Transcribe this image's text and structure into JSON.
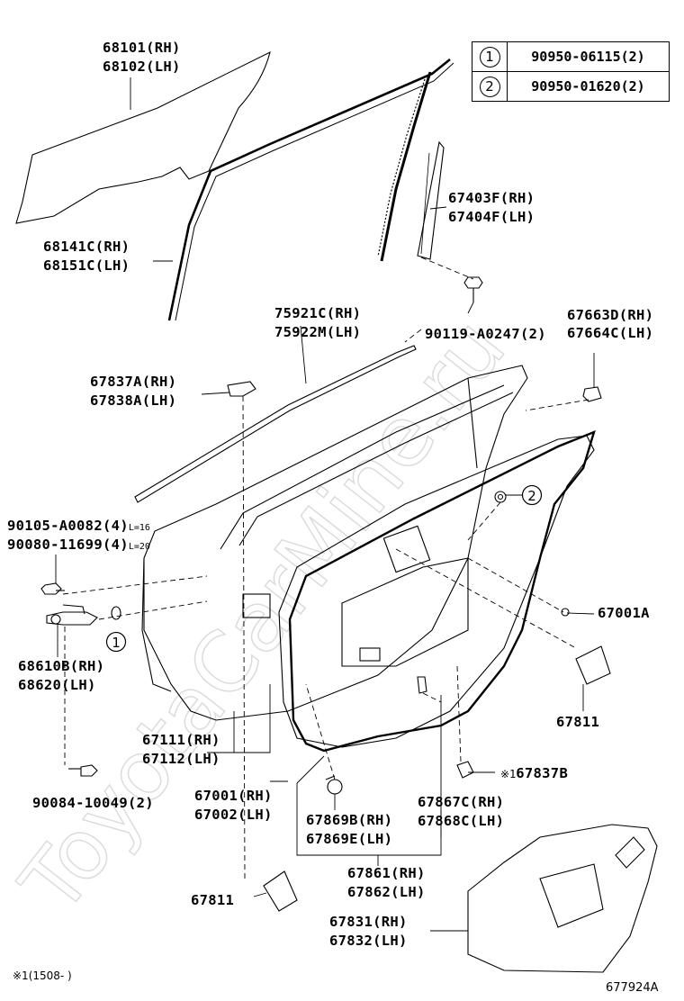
{
  "watermark": "ToyotaCarMine.ru",
  "legend": [
    {
      "num": "1",
      "code": "90950-06115(2)"
    },
    {
      "num": "2",
      "code": "90950-01620(2)"
    }
  ],
  "callout_circle_1": "1",
  "callout_circle_2": "2",
  "labels": {
    "l68101": "68101(RH)",
    "l68102": "68102(LH)",
    "l68141c": "68141C(RH)",
    "l68151c": "68151C(LH)",
    "l67403f": "67403F(RH)",
    "l67404f": "67404F(LH)",
    "l75921c": "75921C(RH)",
    "l75922m": "75922M(LH)",
    "l90119": "90119-A0247(2)",
    "l67663d": "67663D(RH)",
    "l67664c": "67664C(LH)",
    "l67837a": "67837A(RH)",
    "l67838a": "67838A(LH)",
    "l90105": "90105-A0082(4)",
    "l90105_note": "L=16",
    "l90080": "90080-11699(4)",
    "l90080_note": "L=20",
    "l67001a": "67001A",
    "l68610b": "68610B(RH)",
    "l68620": "68620(LH)",
    "l67811a": "67811",
    "l67111": "67111(RH)",
    "l67112": "67112(LH)",
    "l67837b_mark": "※1",
    "l67837b": "67837B",
    "l90084": "90084-10049(2)",
    "l67001": "67001(RH)",
    "l67002": "67002(LH)",
    "l67867c": "67867C(RH)",
    "l67868c": "67868C(LH)",
    "l67869b": "67869B(RH)",
    "l67869e": "67869E(LH)",
    "l67861": "67861(RH)",
    "l67862": "67862(LH)",
    "l67811b": "67811",
    "l67831": "67831(RH)",
    "l67832": "67832(LH)"
  },
  "footnote": "※1(1508-      )",
  "figure_code": "677924A"
}
